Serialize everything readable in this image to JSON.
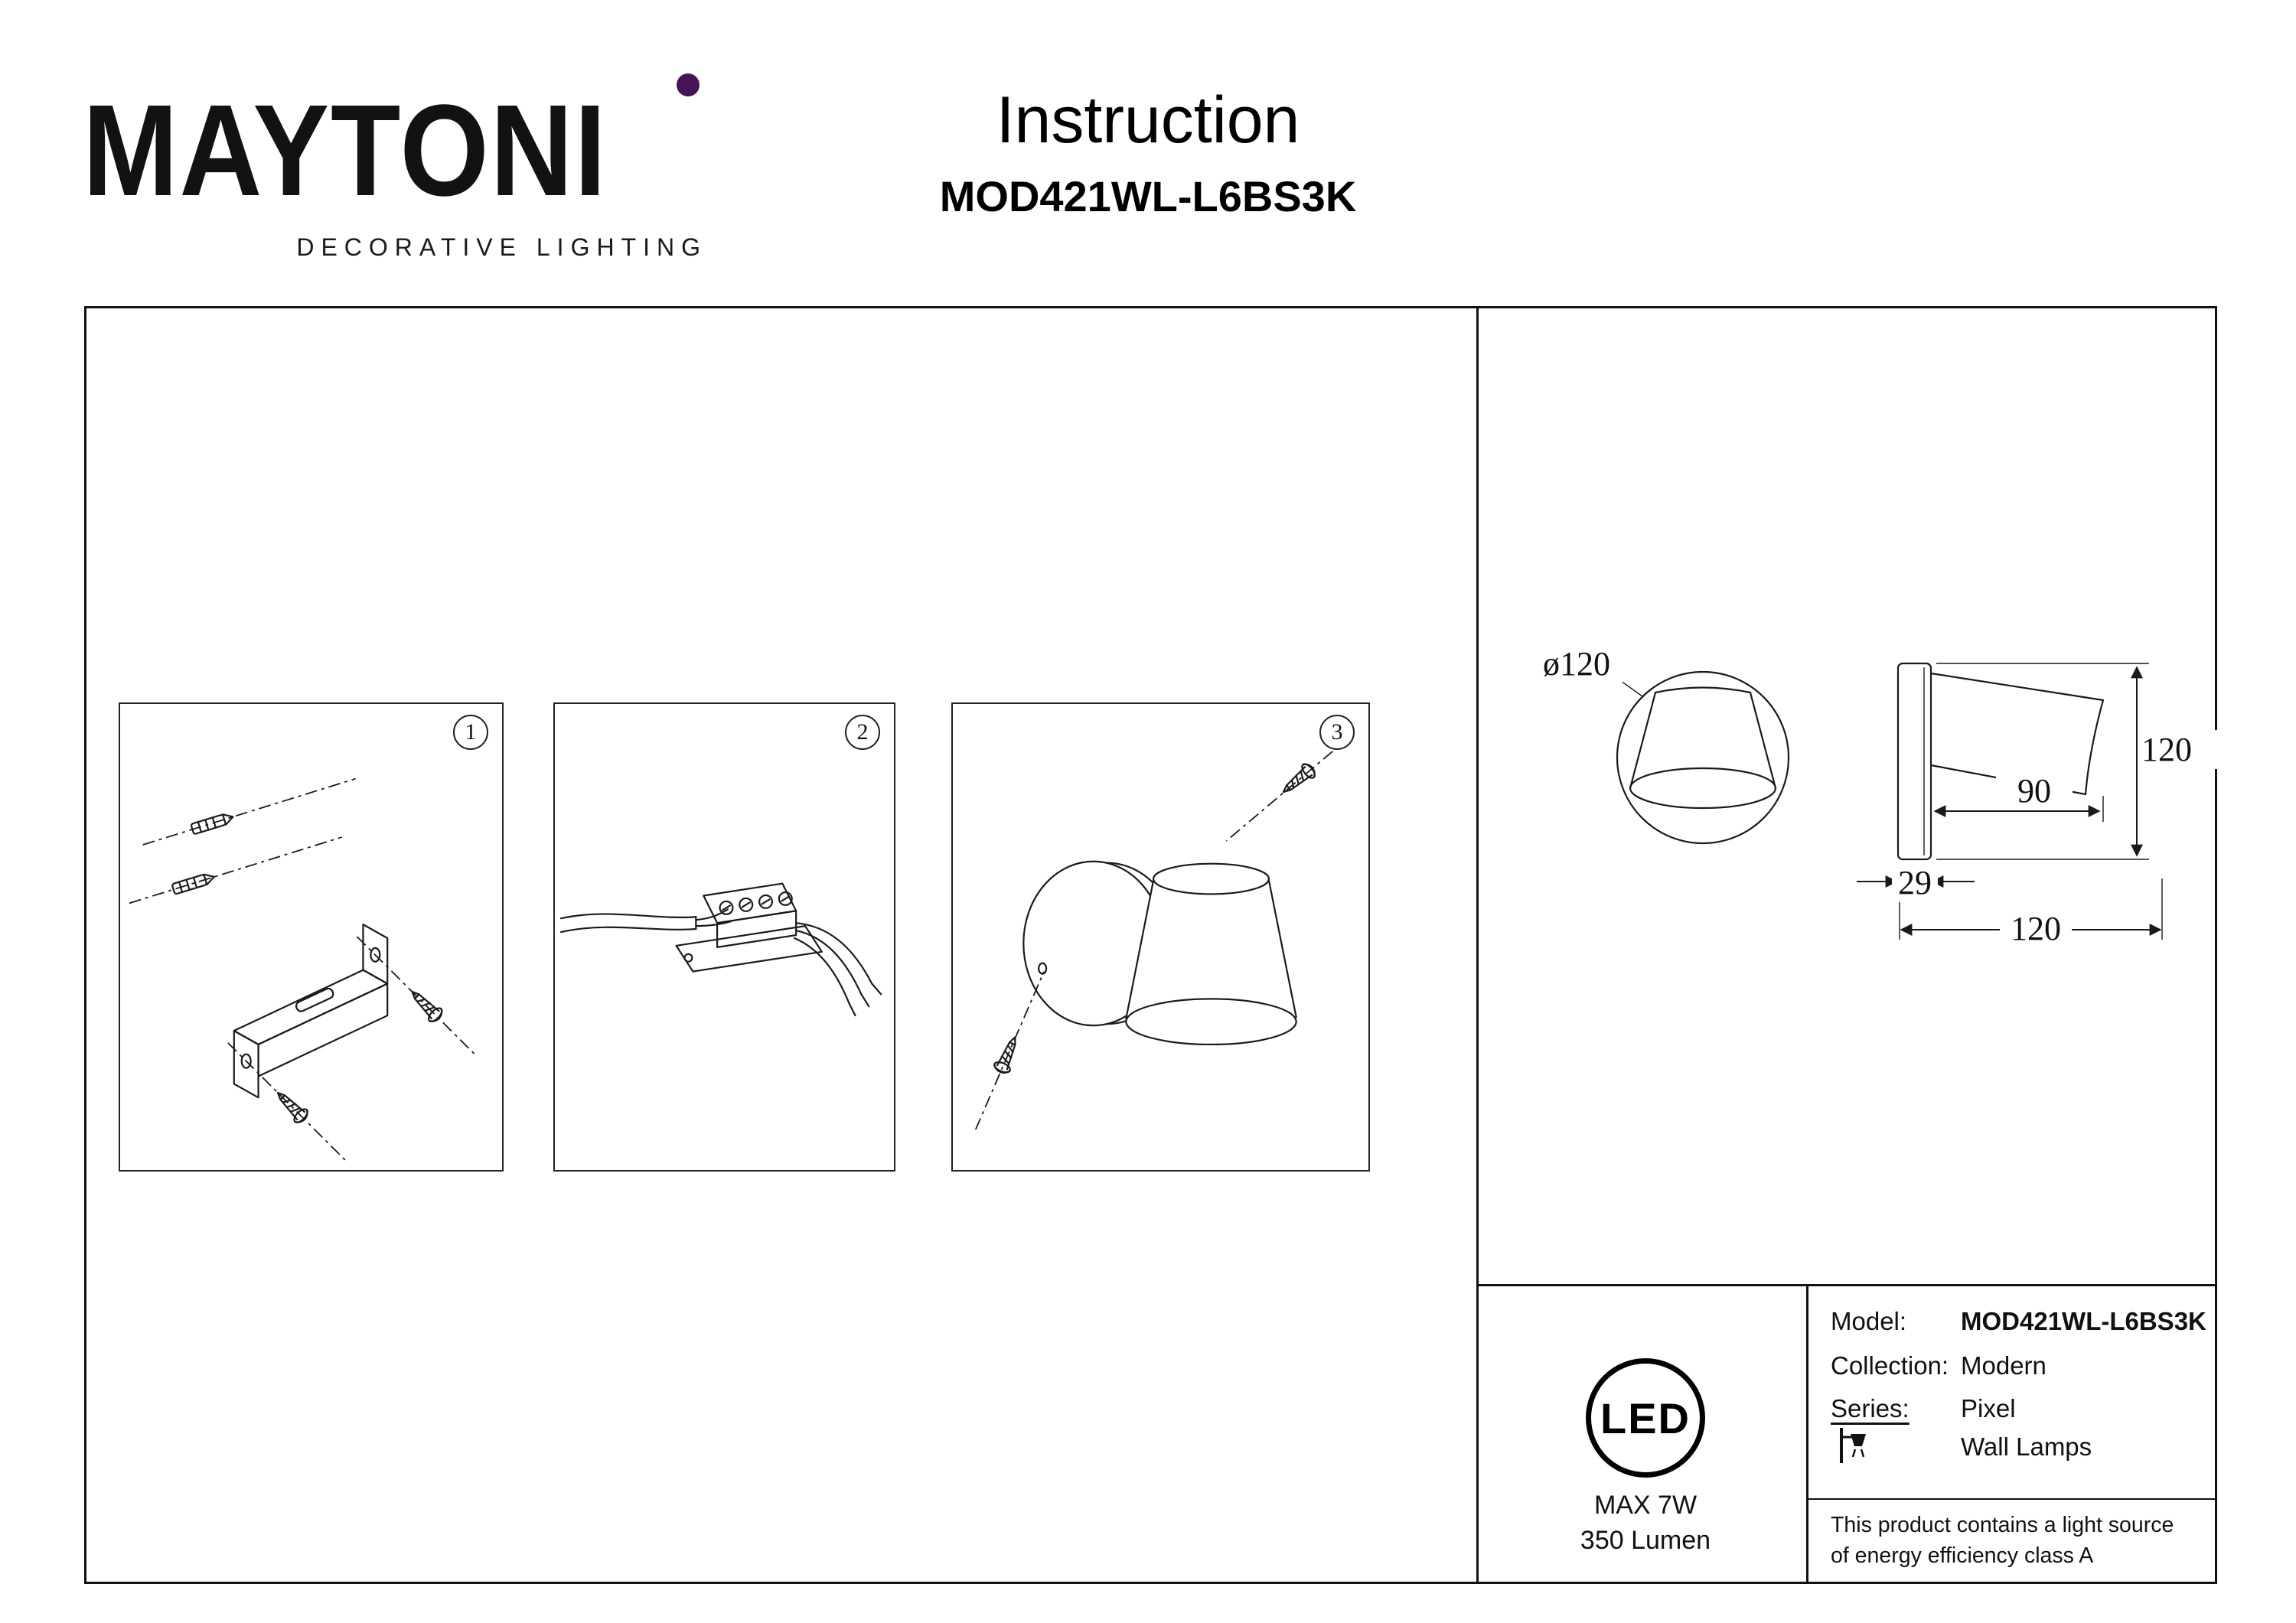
{
  "brand": {
    "logo_text": "MAYTONI",
    "tagline": "DECORATIVE LIGHTING"
  },
  "header": {
    "title": "Instruction",
    "model": "MOD421WL-L6BS3K"
  },
  "steps": [
    {
      "number": "1"
    },
    {
      "number": "2"
    },
    {
      "number": "3"
    }
  ],
  "dimensions": {
    "diameter": "ø120",
    "height": "120",
    "shade_depth": "90",
    "base_depth": "29",
    "total_depth": "120"
  },
  "led_badge": {
    "label": "LED",
    "max_power": "MAX 7W",
    "luminous_flux": "350 Lumen"
  },
  "spec_table": {
    "model_label": "Model:",
    "model_value": "MOD421WL-L6BS3K",
    "collection_label": "Collection:",
    "collection_value": "Modern",
    "series_label": "Series:",
    "series_value": "Pixel",
    "type_value": "Wall Lamps",
    "note": "This product contains a light source of energy efficiency class A"
  },
  "colors": {
    "accent_purple": "#431456",
    "ink": "#111111"
  }
}
